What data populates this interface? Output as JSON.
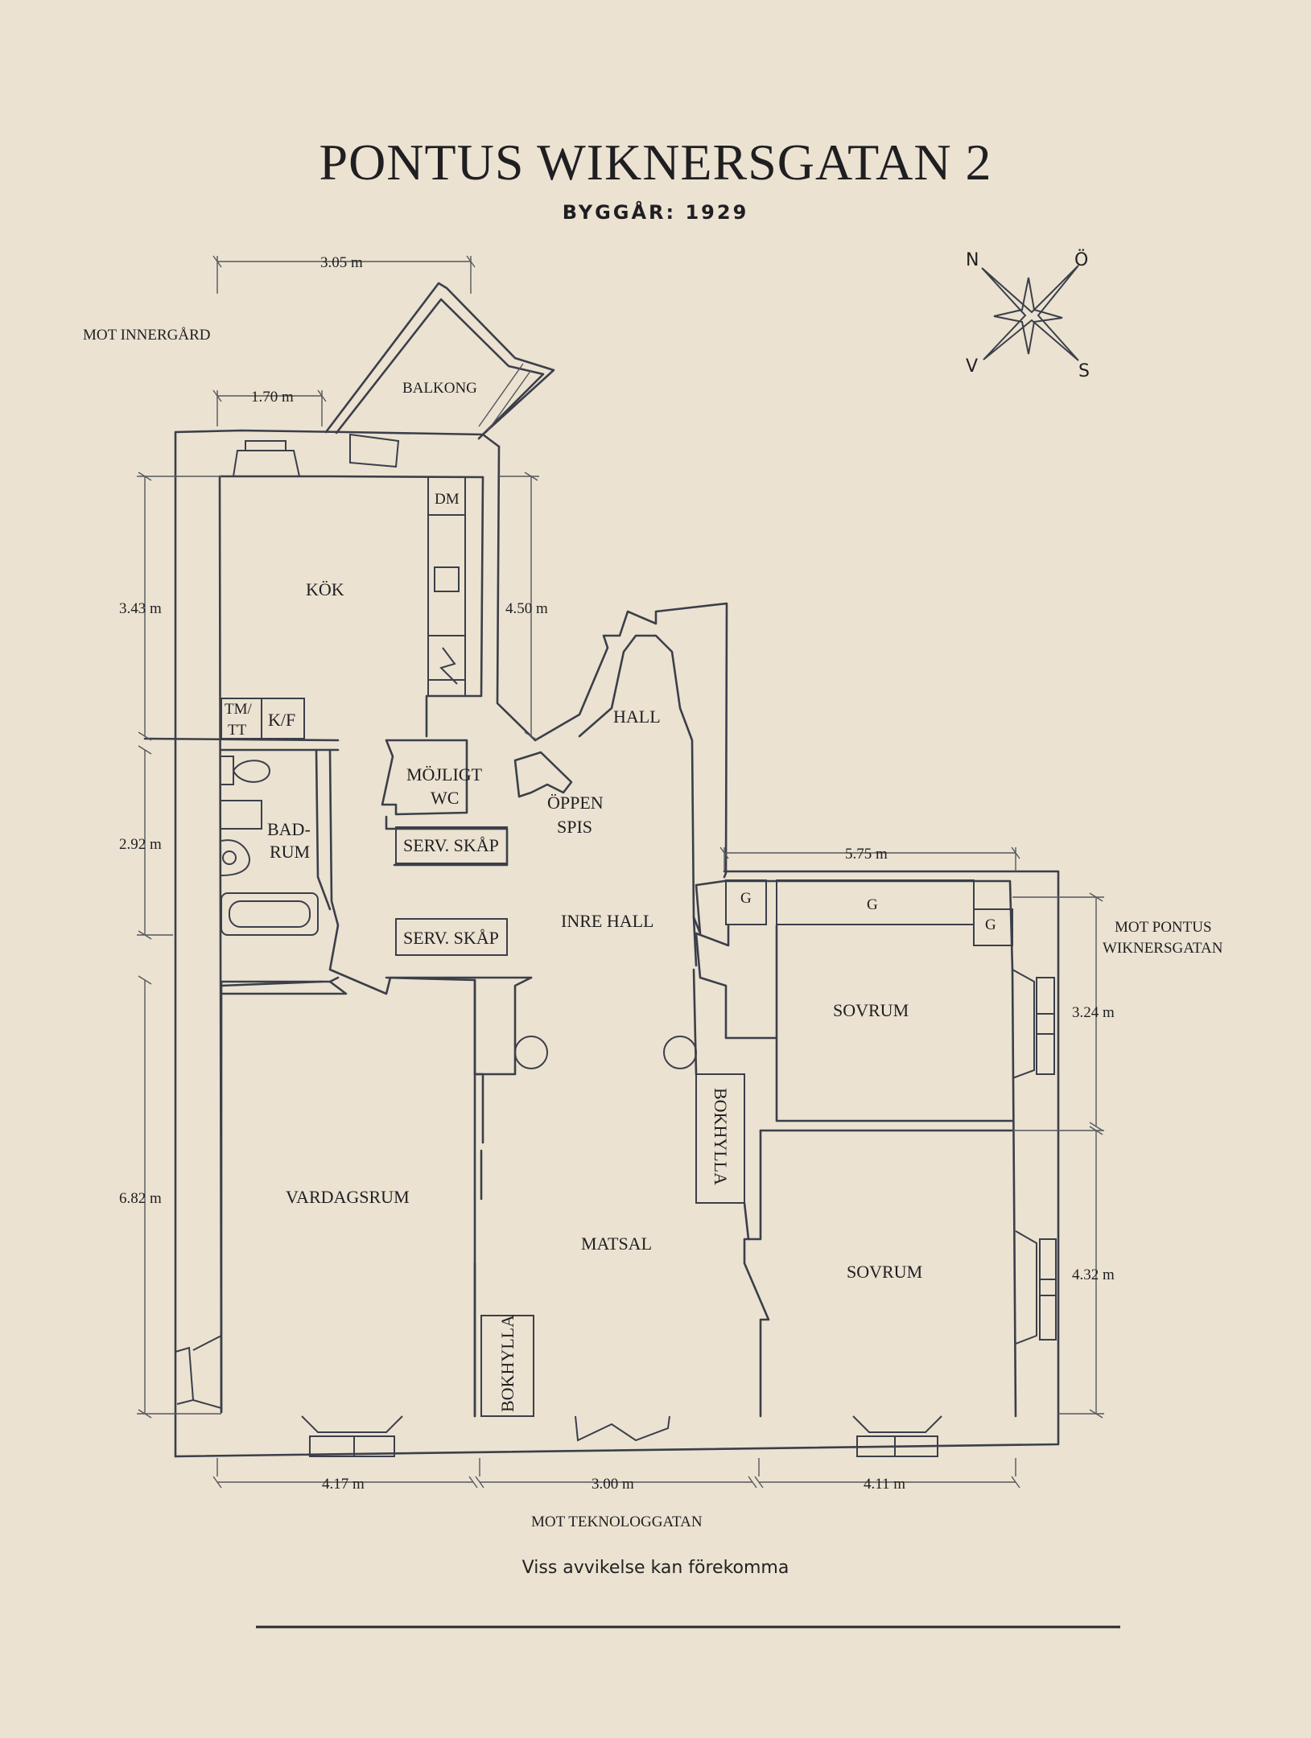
{
  "header": {
    "title": "PONTUS WIKNERSGATAN 2",
    "subtitle": "BYGGÅR: 1929"
  },
  "compass": {
    "n": "N",
    "o": "Ö",
    "v": "V",
    "s": "S"
  },
  "orientation": {
    "innergard": "MOT INNERGÅRD",
    "pontus_1": "MOT PONTUS",
    "pontus_2": "WIKNERSGATAN",
    "teknolog": "MOT TEKNOLOGGATAN"
  },
  "rooms": {
    "balkong": "BALKONG",
    "kok": "KÖK",
    "dm": "DM",
    "tm1": "TM/",
    "tm2": "TT",
    "kf": "K/F",
    "hall": "HALL",
    "mojligt1": "MÖJLIGT",
    "mojligt2": "WC",
    "badrum1": "BAD-",
    "badrum2": "RUM",
    "oppen1": "ÖPPEN",
    "oppen2": "SPIS",
    "serv1": "SERV. SKÅP",
    "serv2": "SERV. SKÅP",
    "inre_hall": "INRE HALL",
    "g1": "G",
    "g2": "G",
    "g3": "G",
    "sovrum1": "SOVRUM",
    "sovrum2": "SOVRUM",
    "vardagsrum": "VARDAGSRUM",
    "matsal": "MATSAL",
    "bokhylla1": "BOKHYLLA",
    "bokhylla2": "BOKHYLLA"
  },
  "dimensions": {
    "balkong_w": "3.05 m",
    "kok_inner_w": "1.70 m",
    "kok_h": "3.43 m",
    "kok_right_h": "4.50 m",
    "bad_h": "2.92 m",
    "vardag_h": "6.82 m",
    "sov_top_w": "5.75 m",
    "sov1_h": "3.24 m",
    "sov2_h": "4.32 m",
    "bottom_1": "4.17 m",
    "bottom_2": "3.00 m",
    "bottom_3": "4.11 m"
  },
  "footer": {
    "disclaimer": "Viss avvikelse kan förekomma"
  }
}
